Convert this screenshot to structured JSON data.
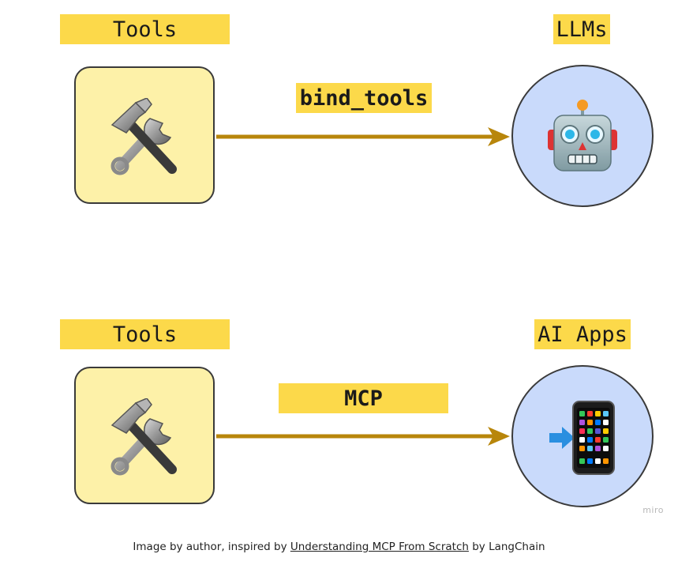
{
  "top_row": {
    "left_label": "Tools",
    "right_label": "LLMs",
    "edge_label": "bind_tools",
    "left_icon": "hammer-and-wrench-icon",
    "right_icon": "robot-face-icon"
  },
  "bottom_row": {
    "left_label": "Tools",
    "right_label": "AI Apps",
    "edge_label": "MCP",
    "left_icon": "hammer-and-wrench-icon",
    "right_icon": "mobile-phone-with-arrow-icon"
  },
  "watermark": "miro",
  "caption": {
    "prefix": "Image by author, inspired by ",
    "link_text": "Understanding MCP From Scratch",
    "suffix": " by LangChain"
  },
  "colors": {
    "label_background": "#fcd94a",
    "tool_card_fill": "#fdf1a8",
    "target_circle_fill": "#c9dafb",
    "arrow": "#b8860b"
  }
}
